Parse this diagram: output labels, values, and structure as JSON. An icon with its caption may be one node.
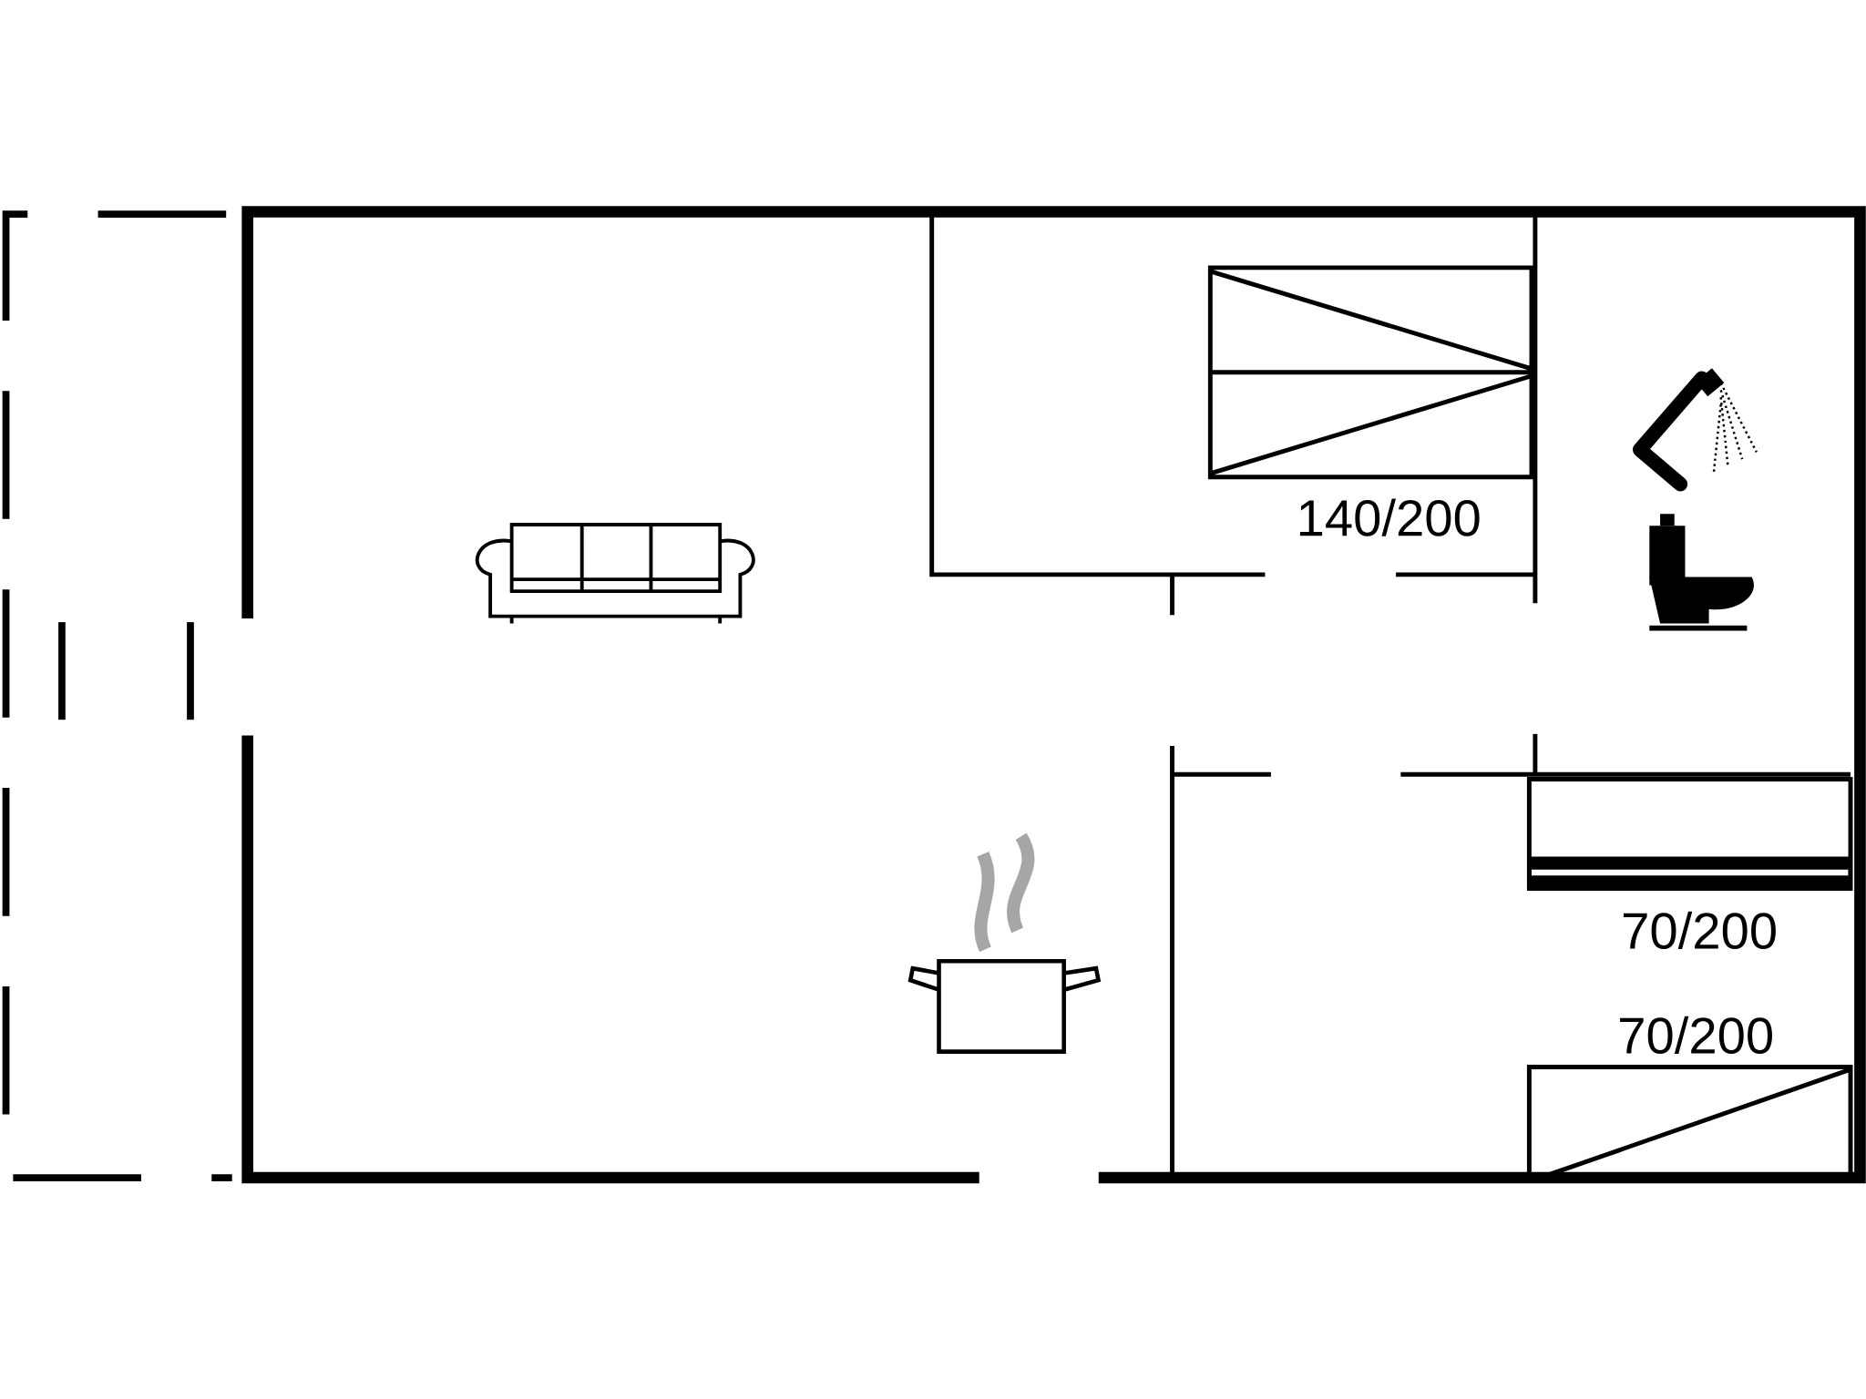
{
  "diagram": {
    "labels": [
      "140/200",
      "70/200",
      "70/200"
    ]
  }
}
